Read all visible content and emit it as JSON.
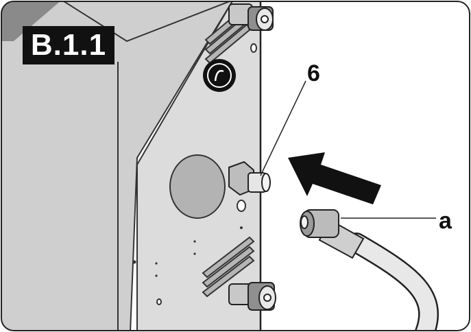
{
  "step_badge": {
    "text": "B.1.1"
  },
  "callouts": [
    {
      "id": "6",
      "text": "6"
    },
    {
      "id": "a",
      "text": "a"
    }
  ],
  "colors": {
    "frame_border": "#222222",
    "appliance_body": "#d9d9d9",
    "appliance_side": "#c4c4c4",
    "badge_background": "#111111",
    "badge_text": "#ffffff",
    "arrow": "#111111"
  },
  "icons": [
    "pressure-gauge-icon",
    "insert-direction-arrow"
  ]
}
